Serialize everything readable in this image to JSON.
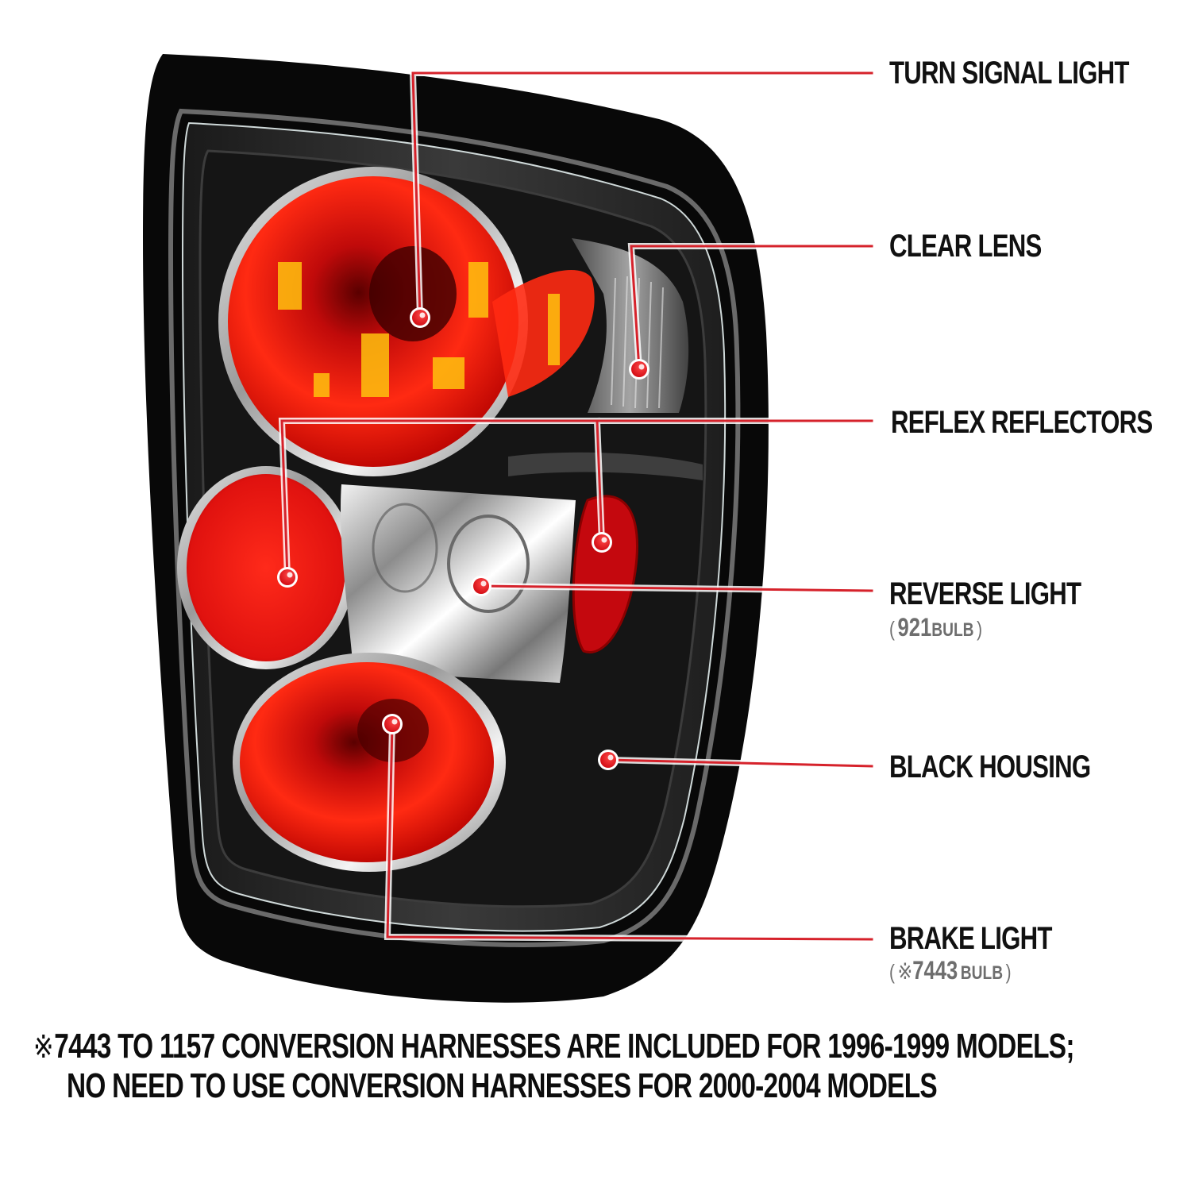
{
  "diagram": {
    "subject": "Black housing tail light with clear and red lenses",
    "colors": {
      "callout_line": "#d6222b",
      "callout_dot": "#e0121c",
      "label_text": "#111111",
      "sublabel_text": "#6e6e6e",
      "housing": "#0b0b0b",
      "red_lens": "#e0161a"
    },
    "callouts": [
      {
        "id": "turn-signal",
        "label": "TURN SIGNAL LIGHT"
      },
      {
        "id": "clear-lens",
        "label": "CLEAR LENS"
      },
      {
        "id": "reflex-reflectors",
        "label": "REFLEX REFLECTORS"
      },
      {
        "id": "reverse-light",
        "label": "REVERSE LIGHT",
        "sub": {
          "open": "(",
          "value": "921",
          "unit": "BULB",
          "close": ")"
        }
      },
      {
        "id": "black-housing",
        "label": "BLACK HOUSING"
      },
      {
        "id": "brake-light",
        "label": "BRAKE LIGHT",
        "sub": {
          "open": "(",
          "mark": "※",
          "value": "7443",
          "unit": "BULB",
          "close": ")"
        }
      }
    ],
    "footnote": {
      "mark": "※",
      "line1": "7443 TO 1157 CONVERSION HARNESSES ARE INCLUDED FOR 1996-1999 MODELS;",
      "line2": "NO NEED TO USE CONVERSION HARNESSES FOR 2000-2004 MODELS"
    }
  }
}
